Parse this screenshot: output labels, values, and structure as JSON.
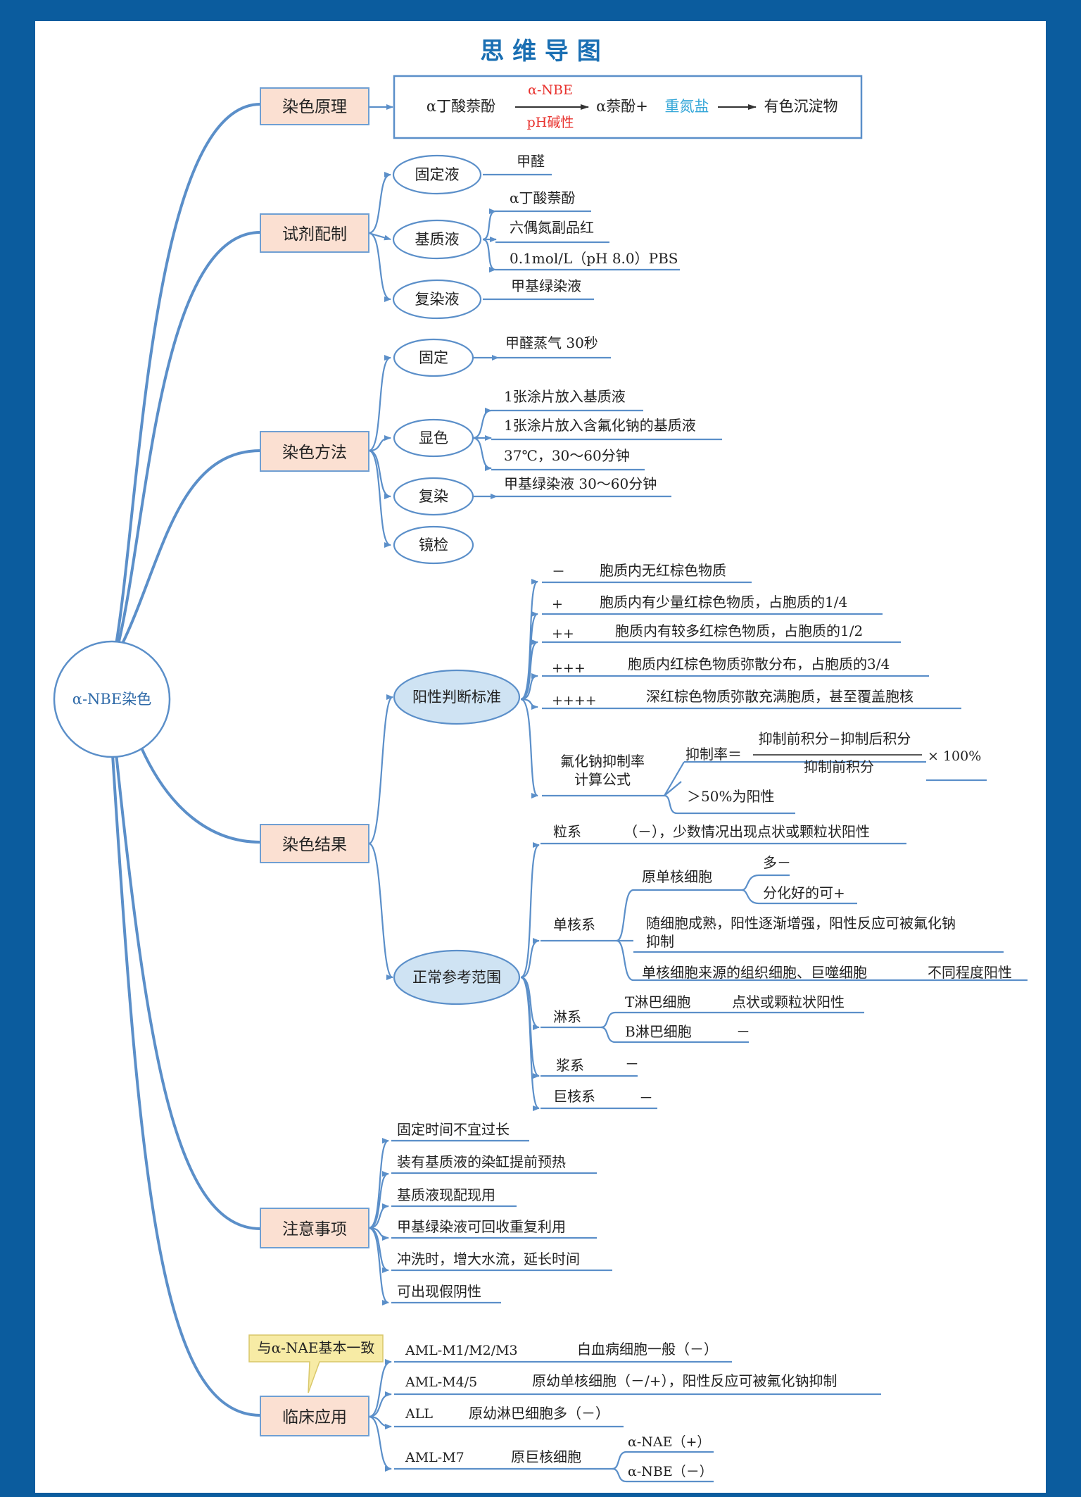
{
  "title": "思 维 导 图",
  "root": "α-NBE染色",
  "sections": {
    "principle": {
      "label": "染色原理",
      "formula": {
        "reactant": "α丁酸萘酚",
        "enzyme": "α-NBE",
        "condition": "pH碱性",
        "product": "α萘酚+",
        "salt": "重氮盐",
        "result": "有色沉淀物"
      }
    },
    "reagent": {
      "label": "试剂配制",
      "fix": {
        "label": "固定液",
        "items": [
          "甲醛"
        ]
      },
      "substrate": {
        "label": "基质液",
        "items": [
          "α丁酸萘酚",
          "六偶氮副品红",
          "0.1mol/L（pH 8.0）PBS"
        ]
      },
      "counter": {
        "label": "复染液",
        "items": [
          "甲基绿染液"
        ]
      }
    },
    "method": {
      "label": "染色方法",
      "fix": {
        "label": "固定",
        "items": [
          "甲醛蒸气 30秒"
        ]
      },
      "develop": {
        "label": "显色",
        "items": [
          "1张涂片放入基质液",
          "1张涂片放入含氟化钠的基质液",
          "37℃，30～60分钟"
        ]
      },
      "counter": {
        "label": "复染",
        "items": [
          "甲基绿染液 30～60分钟"
        ]
      },
      "exam": {
        "label": "镜检"
      }
    },
    "result": {
      "label": "染色结果",
      "positive": {
        "label": "阳性判断标准",
        "grades": [
          {
            "sign": "－",
            "desc": "胞质内无红棕色物质"
          },
          {
            "sign": "+",
            "desc": "胞质内有少量红棕色物质，占胞质的1/4"
          },
          {
            "sign": "++",
            "desc": "胞质内有较多红棕色物质，占胞质的1/2"
          },
          {
            "sign": "+++",
            "desc": "胞质内红棕色物质弥散分布，占胞质的3/4"
          },
          {
            "sign": "++++",
            "desc": "深红棕色物质弥散充满胞质，甚至覆盖胞核"
          }
        ],
        "fluoride": {
          "label1": "氟化钠抑制率",
          "label2": "计算公式",
          "lhs": "抑制率＝",
          "numerator": "抑制前积分−抑制后积分",
          "denominator": "抑制前积分",
          "factor": "× 100%",
          "criterion": "＞50%为阳性"
        }
      },
      "normal": {
        "label": "正常参考范围",
        "granulo": {
          "label": "粒系",
          "desc": "（－），少数情况出现点状或颗粒状阳性"
        },
        "mono": {
          "label": "单核系",
          "promono": {
            "label": "原单核细胞",
            "items": [
              "多－",
              "分化好的可+"
            ]
          },
          "mature1": "随细胞成熟，阳性逐渐增强，阳性反应可被氟化钠",
          "mature2": "抑制",
          "tissue": {
            "label": "单核细胞来源的组织细胞、巨噬细胞",
            "desc": "不同程度阳性"
          }
        },
        "lympho": {
          "label": "淋系",
          "t": {
            "label": "T淋巴细胞",
            "desc": "点状或颗粒状阳性"
          },
          "b": {
            "label": "B淋巴细胞",
            "desc": "－"
          }
        },
        "plasma": {
          "label": "浆系",
          "desc": "－"
        },
        "mega": {
          "label": "巨核系",
          "desc": "－"
        }
      }
    },
    "notes": {
      "label": "注意事项",
      "items": [
        "固定时间不宜过长",
        "装有基质液的染缸提前预热",
        "基质液现配现用",
        "甲基绿染液可回收重复利用",
        "冲洗时，增大水流，延长时间",
        "可出现假阴性"
      ]
    },
    "clinical": {
      "label": "临床应用",
      "callout": "与α-NAE基本一致",
      "rows": [
        {
          "type": "AML-M1/M2/M3",
          "desc": "白血病细胞一般（－）"
        },
        {
          "type": "AML-M4/5",
          "desc": "原幼单核细胞（－/+），阳性反应可被氟化钠抑制"
        },
        {
          "type": "ALL",
          "desc": "原幼淋巴细胞多（－）"
        },
        {
          "type": "AML-M7",
          "desc": "原巨核细胞",
          "sub": [
            "α-NAE（+）",
            "α-NBE（－）"
          ]
        }
      ]
    }
  },
  "colors": {
    "frame": "#0b5c9e",
    "line": "#5b8fc9",
    "text": "#222222",
    "title": "#1a6fb3",
    "category_fill": "#fbe0d2",
    "ellipse_fill": "#cfe3f3",
    "callout_fill": "#f7eba5",
    "red": "#e8322e",
    "cyan": "#35a7d8"
  }
}
